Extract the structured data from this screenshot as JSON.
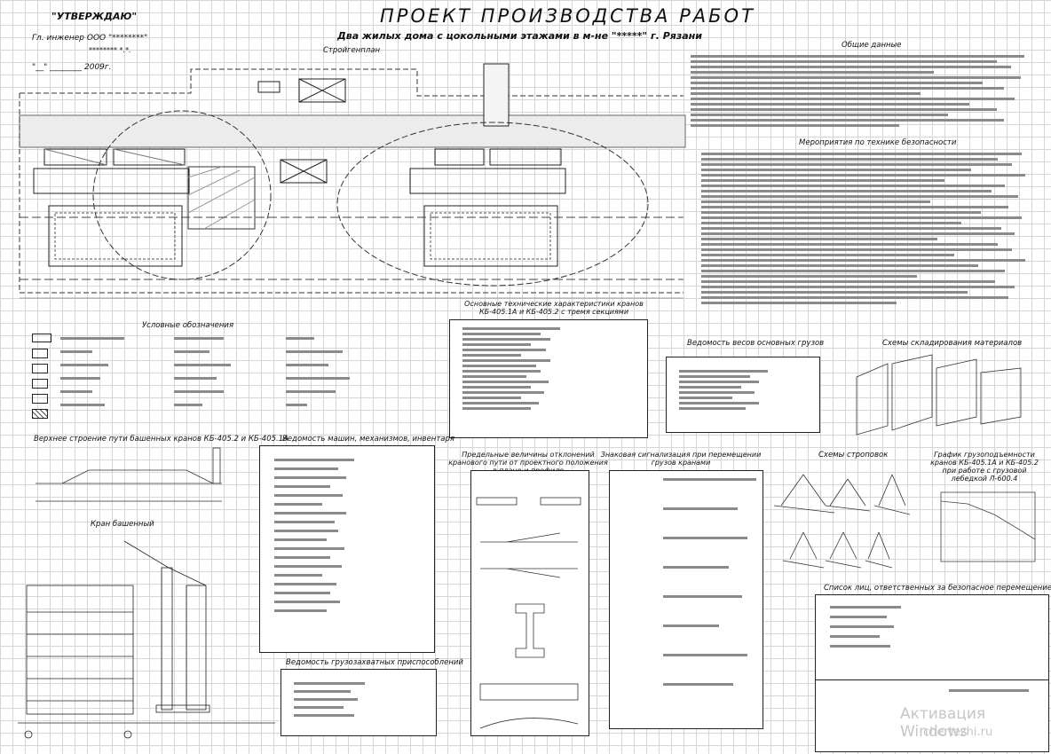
{
  "header": {
    "approved": "\"УТВЕРЖДАЮ\"",
    "chief_engineer": "Гл. инженер ООО \"********\"",
    "signature_name": "******** *.*.",
    "date_line": "\"__\" ________ 2009г.",
    "title": "ПРОЕКТ ПРОИЗВОДСТВА РАБОТ",
    "subtitle": "Два жилых дома с цокольными этажами в м-не \"*****\" г. Рязани"
  },
  "plan": {
    "label": "Стройгенплан"
  },
  "sections": {
    "general_data": "Общие данные",
    "safety_measures": "Мероприятия по технике безопасности",
    "legend": "Условные обозначения",
    "crane_specs": "Основные технические характеристики кранов КБ-405.1А и КБ-405.2 с тремя секциями",
    "cargo_weights": "Ведомость весов основных грузов",
    "storage_schemes": "Схемы складирования материалов",
    "track_structure": "Верхнее строение пути башенных кранов КБ-405.2 и КБ-405.1А",
    "machines_list": "Ведомость машин, механизмов, инвентаря",
    "deviation_limits": "Предельные величины отклонений кранового пути от проектного положения в плане и профиле",
    "crane_signals": "Знаковая сигнализация при перемещении грузов кранами",
    "slinging_schemes": "Схемы строповок",
    "capacity_chart": "График грузоподъемности кранов КБ-405.1А и КБ-405.2 при работе с грузовой лебедкой Л-600.4",
    "tower_crane": "Кран башенный",
    "lifting_devices": "Ведомость грузозахватных приспособлений",
    "responsible_persons": "Список лиц, ответственных за безопасное перемещение грузов"
  },
  "watermark": {
    "line1": "Активация Windows",
    "line2": "chertezhi.ru"
  }
}
